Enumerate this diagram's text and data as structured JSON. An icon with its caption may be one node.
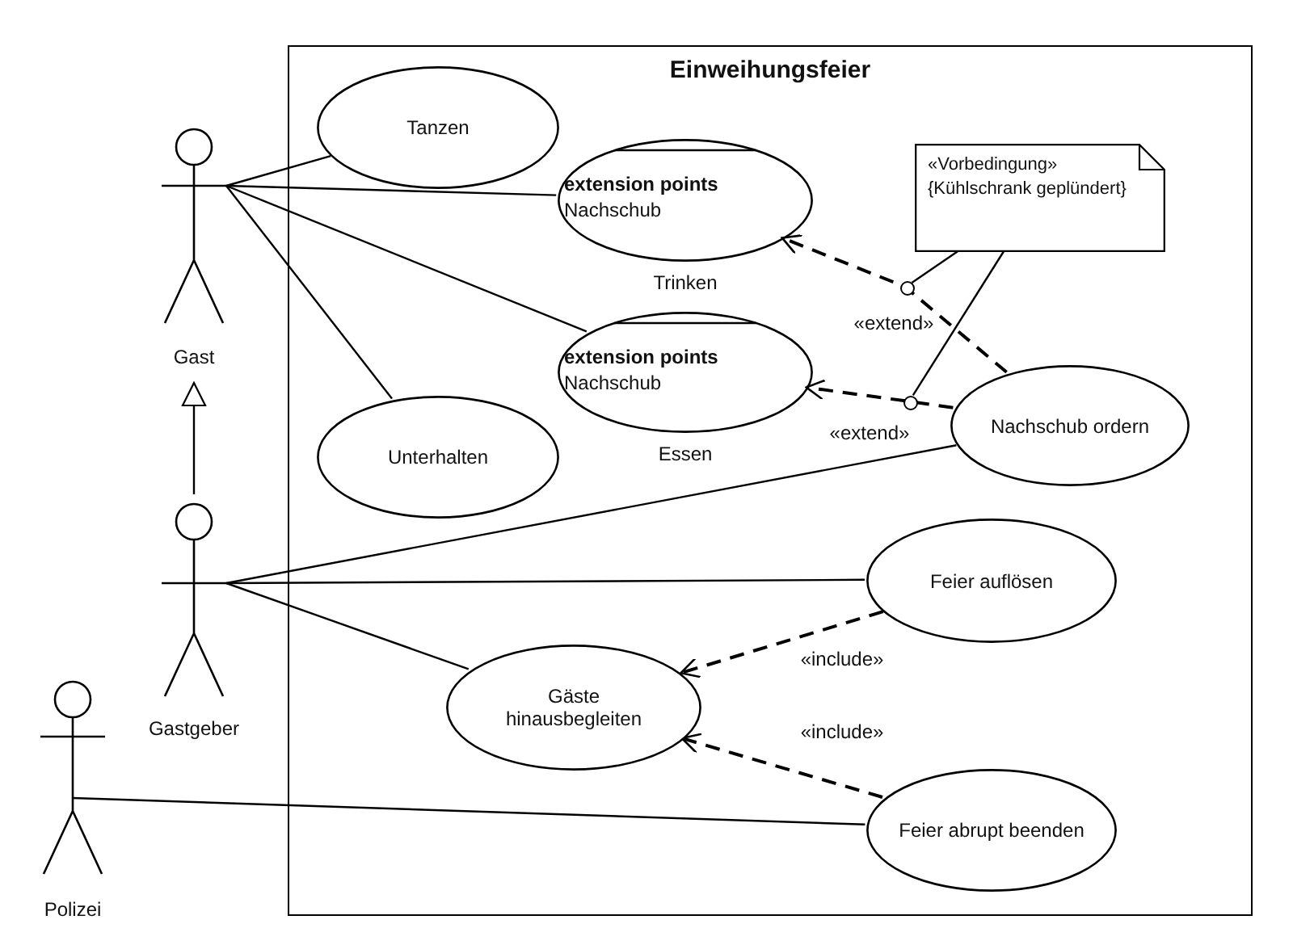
{
  "diagram": {
    "nodes": [
      {
        "text": [
          "Einweihungsfeier"
        ]
      },
      {
        "text": [
          "Tanzen"
        ],
        "in": 0
      },
      {
        "text": [
          "extension points",
          "Nachschub"
        ],
        "beside": [
          "Trinken"
        ],
        "in": 0
      },
      {
        "text": [
          "extension points",
          "Nachschub"
        ],
        "beside": [
          "Essen"
        ],
        "in": 0
      },
      {
        "text": [
          "Unterhalten"
        ],
        "in": 0
      },
      {
        "text": [
          "Nachschub ordern"
        ],
        "in": 0
      },
      {
        "text": [
          "Feier auflösen"
        ],
        "in": 0
      },
      {
        "text": [
          "Gäste hinausbegleiten"
        ],
        "in": 0
      },
      {
        "text": [
          "Feier abrupt beenden"
        ],
        "in": 0
      },
      {
        "text": [
          "«Vorbedingung»",
          "{Kühlschrank geplündert}"
        ],
        "in": 0
      },
      {
        "text": [
          "Gast"
        ]
      },
      {
        "text": [
          "Gastgeber"
        ]
      },
      {
        "text": [
          "Polizei"
        ]
      },
      {
        "text": [],
        "shape": "circle",
        "in": 0
      },
      {
        "text": [],
        "shape": "circle",
        "in": 0
      }
    ],
    "edges": [
      {
        "from": 10,
        "to": 1,
        "arrow": "none"
      },
      {
        "from": 10,
        "to": 2,
        "arrow": "none"
      },
      {
        "from": 10,
        "to": 3,
        "arrow": "none"
      },
      {
        "from": 10,
        "to": 4,
        "arrow": "none"
      },
      {
        "from": 11,
        "to": 10,
        "arrow": "to"
      },
      {
        "from": 11,
        "to": 5,
        "arrow": "none"
      },
      {
        "from": 11,
        "to": 6,
        "arrow": "none"
      },
      {
        "from": 11,
        "to": 7,
        "arrow": "none"
      },
      {
        "from": 12,
        "to": 8,
        "arrow": "none"
      },
      {
        "from": 5,
        "to": 2,
        "arrow": "to",
        "style": "dashed",
        "label": "«extend»"
      },
      {
        "from": 5,
        "to": 3,
        "arrow": "to",
        "style": "dashed",
        "label": "«extend»"
      },
      {
        "from": 6,
        "to": 7,
        "arrow": "to",
        "style": "dashed",
        "label": "«include»"
      },
      {
        "from": 8,
        "to": 7,
        "arrow": "to",
        "style": "dashed",
        "label": "«include»"
      },
      {
        "from": 9,
        "to": 13,
        "arrow": "none"
      },
      {
        "from": 9,
        "to": 14,
        "arrow": "none"
      }
    ]
  }
}
